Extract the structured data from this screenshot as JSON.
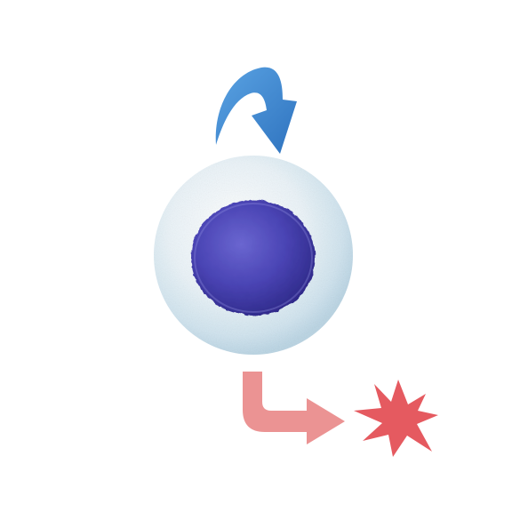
{
  "diagram": {
    "elements": [
      {
        "id": "self-renewal-arrow",
        "kind": "curved-arrow",
        "color": "#3f8cd2"
      },
      {
        "id": "cell",
        "kind": "cell",
        "membrane_color": "#e6f1f7",
        "nucleus_color": "#4a44b4"
      },
      {
        "id": "death-arrow",
        "kind": "elbow-arrow",
        "color": "#e98787"
      },
      {
        "id": "burst",
        "kind": "starburst",
        "color": "#e55a60"
      }
    ]
  }
}
